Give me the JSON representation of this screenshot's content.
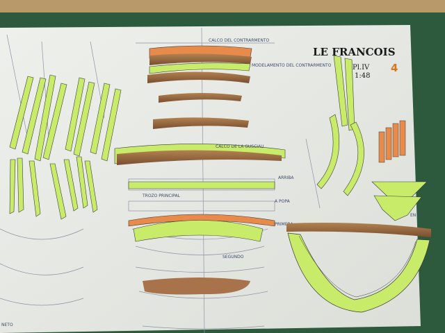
{
  "plan": {
    "title": "LE FRANCOIS",
    "sheet": "Pl.IV",
    "number": "4",
    "scale": "1:48"
  },
  "annotations": {
    "top_piece": "CALCO DEL CONTRARMENTO",
    "top_piece_right": "MODELAMENTO DEL CONTRARMENTO",
    "middle_piece": "CALCO DE LA GUSCIAU",
    "arriba": "ARRIBA",
    "segundo": "SEGUNDO",
    "en_pc": "EN PC",
    "primera": "PRIMERA",
    "doble": "A POPA",
    "trozo": "TROZO PRINCIPAL",
    "neto": "NETO"
  },
  "colors": {
    "paper": "#e9ebe6",
    "green_cardstock": "#c8ec6a",
    "wood": "#8a5a38",
    "orange_cardstock": "#e88a4a",
    "cutting_mat": "#2d5a3c"
  }
}
